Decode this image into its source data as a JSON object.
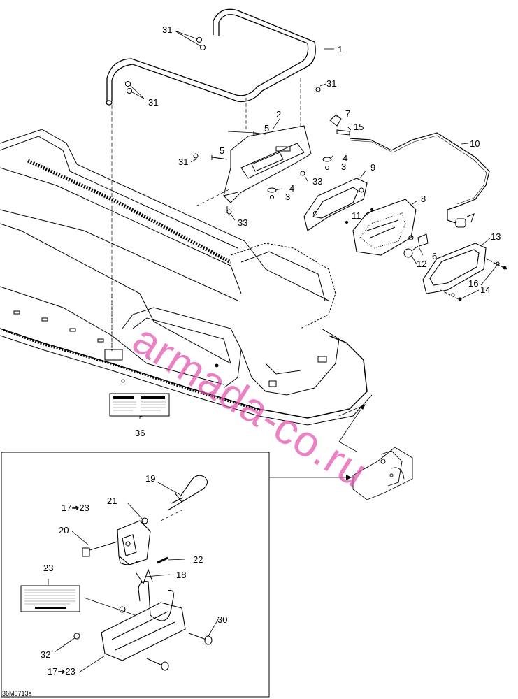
{
  "watermark": "armada-co.ru",
  "drawing_ref": "36M0713a",
  "callouts": {
    "c1": "1",
    "c2": "2",
    "c3a": "3",
    "c3b": "3",
    "c4a": "4",
    "c4b": "4",
    "c5a": "5",
    "c5b": "5",
    "c6": "6",
    "c7": "7",
    "c8": "8",
    "c9": "9",
    "c10": "10",
    "c11": "11",
    "c12": "12",
    "c13": "13",
    "c14": "14",
    "c15": "15",
    "c16": "16",
    "c18": "18",
    "c19": "19",
    "c20": "20",
    "c21": "21",
    "c22": "22",
    "c23": "23",
    "c30": "30",
    "c31a": "31",
    "c31b": "31",
    "c31c": "31",
    "c31d": "31",
    "c32": "32",
    "c33a": "33",
    "c33b": "33",
    "c36": "36",
    "c17a": "17➔23",
    "c17b": "17➔23"
  }
}
